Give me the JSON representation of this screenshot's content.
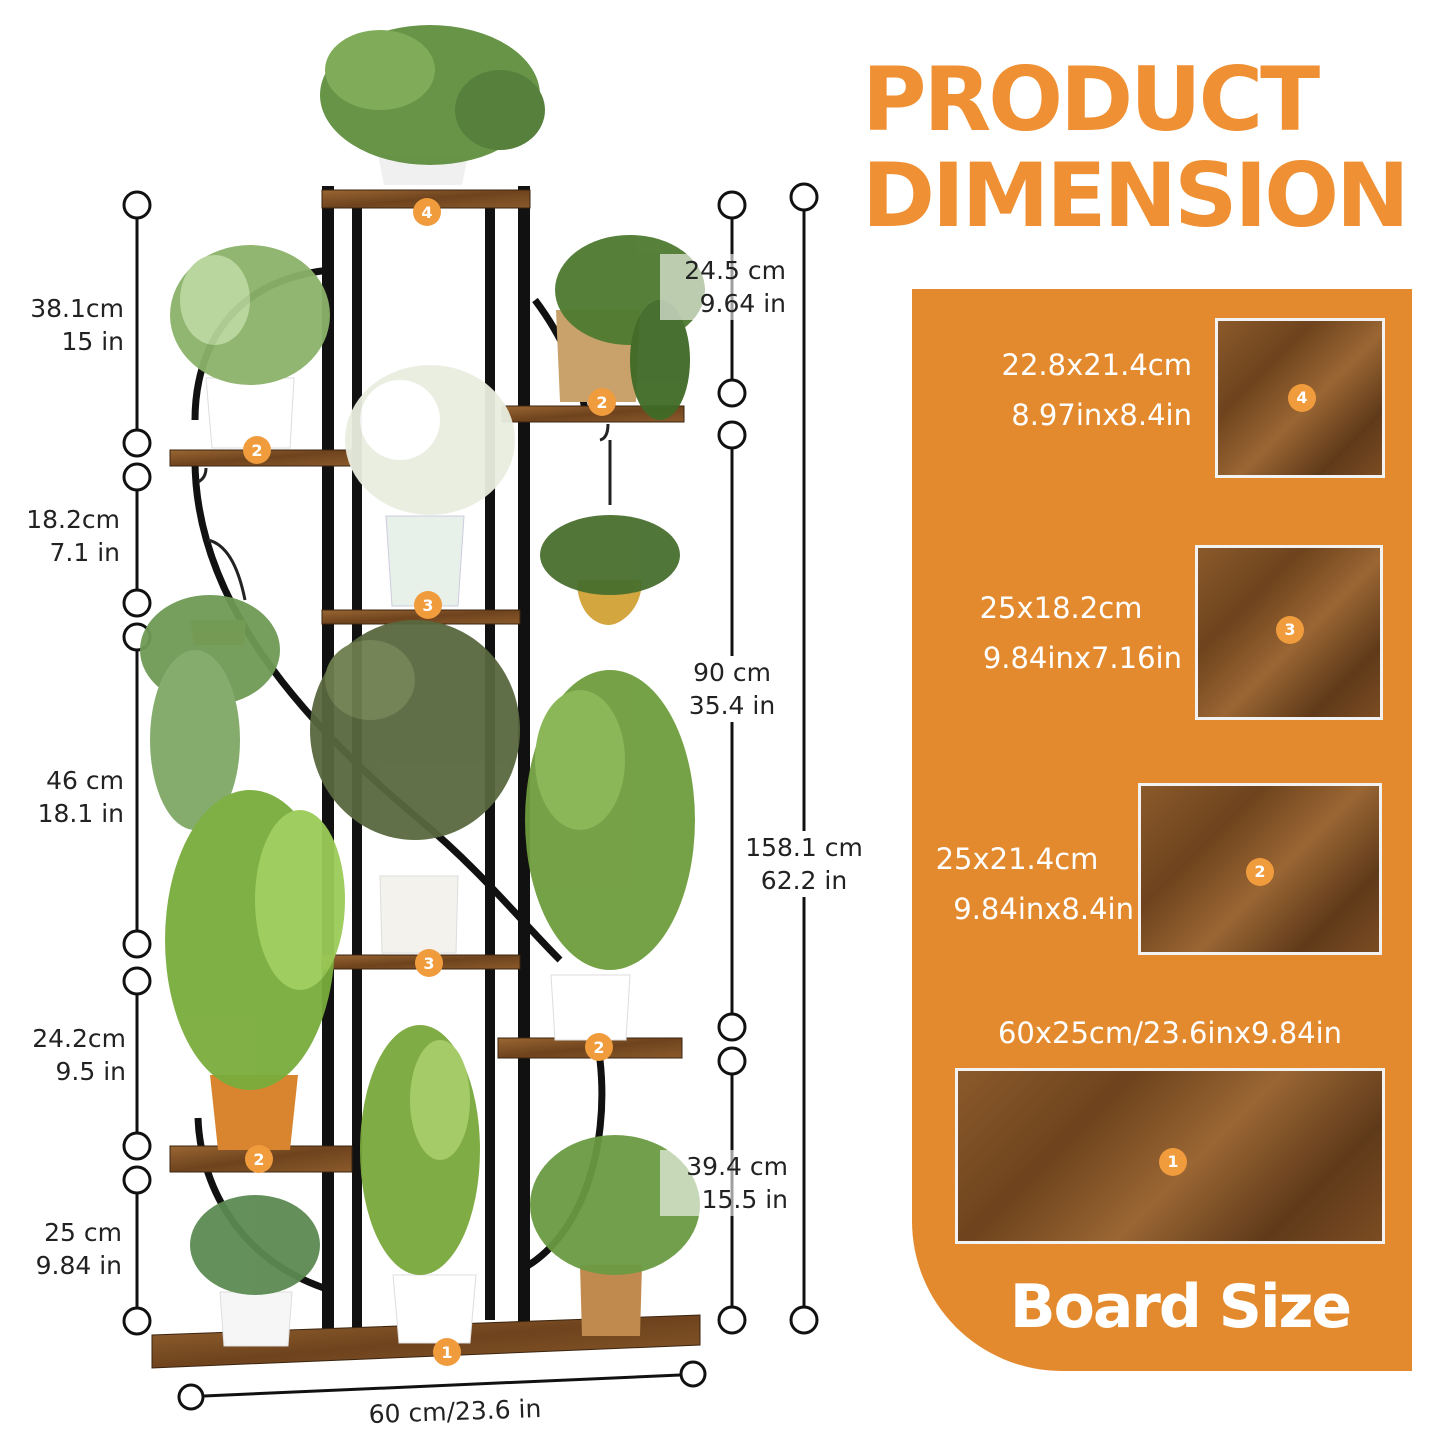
{
  "title": {
    "line1": "PRODUCT",
    "line2": "DIMENSION"
  },
  "colors": {
    "accent": "#EE9033",
    "panel": "#E48A2E",
    "wood": "#7b4c22",
    "frame": "#111111"
  },
  "left_dimensions": [
    {
      "metric": "38.1cm",
      "imperial": "15 in"
    },
    {
      "metric": "18.2cm",
      "imperial": "7.1 in"
    },
    {
      "metric": "46 cm",
      "imperial": "18.1 in"
    },
    {
      "metric": "24.2cm",
      "imperial": "9.5 in"
    },
    {
      "metric": "25 cm",
      "imperial": "9.84 in"
    }
  ],
  "right_dimensions": [
    {
      "metric": "24.5 cm",
      "imperial": "9.64 in"
    },
    {
      "metric": "90 cm",
      "imperial": "35.4 in"
    },
    {
      "metric": "39.4 cm",
      "imperial": "15.5 in"
    }
  ],
  "total_height": {
    "metric": "158.1 cm",
    "imperial": "62.2  in"
  },
  "bottom_width": "60 cm/23.6 in",
  "boards": [
    {
      "number": "4",
      "line1": "22.8x21.4cm",
      "line2": "8.97inx8.4in"
    },
    {
      "number": "3",
      "line1": "25x18.2cm",
      "line2": "9.84inx7.16in"
    },
    {
      "number": "2",
      "line1": "25x21.4cm",
      "line2": "9.84inx8.4in"
    },
    {
      "number": "1",
      "line1": "60x25cm/23.6inx9.84in"
    }
  ],
  "board_size_title": "Board Size",
  "shelf_badges": [
    "4",
    "2",
    "2",
    "3",
    "3",
    "2",
    "2",
    "1"
  ]
}
